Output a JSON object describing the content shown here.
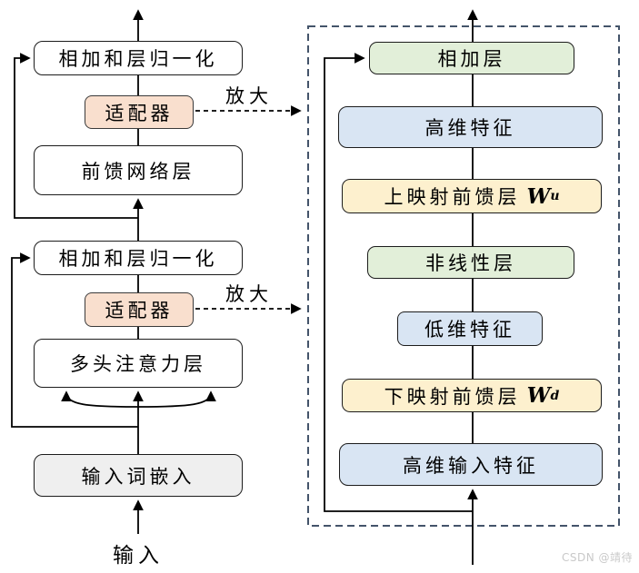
{
  "left_diagram": {
    "boxes": {
      "addnorm1": {
        "label": "相加和层归一化"
      },
      "adapter1": {
        "label": "适配器"
      },
      "ffn": {
        "label": "前馈网络层"
      },
      "addnorm2": {
        "label": "相加和层归一化"
      },
      "adapter2": {
        "label": "适配器"
      },
      "mha": {
        "label": "多头注意力层"
      },
      "embedding": {
        "label": "输入词嵌入"
      }
    },
    "input_label": "输入",
    "zoom_label_top": "放大",
    "zoom_label_bottom": "放大"
  },
  "adapter_detail": {
    "boxes": {
      "add": {
        "label": "相加层"
      },
      "high_dim": {
        "label": "高维特征"
      },
      "up_proj": {
        "label": "上映射前馈层",
        "weight_symbol": "W",
        "weight_sup": "u"
      },
      "nonlinear": {
        "label": "非线性层"
      },
      "low_dim": {
        "label": "低维特征"
      },
      "down_proj": {
        "label": "下映射前馈层",
        "weight_symbol": "W",
        "weight_sup": "d"
      },
      "high_dim_input": {
        "label": "高维输入特征"
      }
    }
  },
  "watermark": "CSDN @靖待",
  "colors": {
    "adapter_pink": "#F9DFCE",
    "layer_green": "#E2EFD9",
    "feature_blue": "#D9E5F3",
    "proj_yellow": "#FDF0CE",
    "embedding_gray": "#EFEFEF",
    "dashed_border": "#44546A",
    "line_black": "#000000",
    "watermark_gray": "#C9C9C9"
  }
}
